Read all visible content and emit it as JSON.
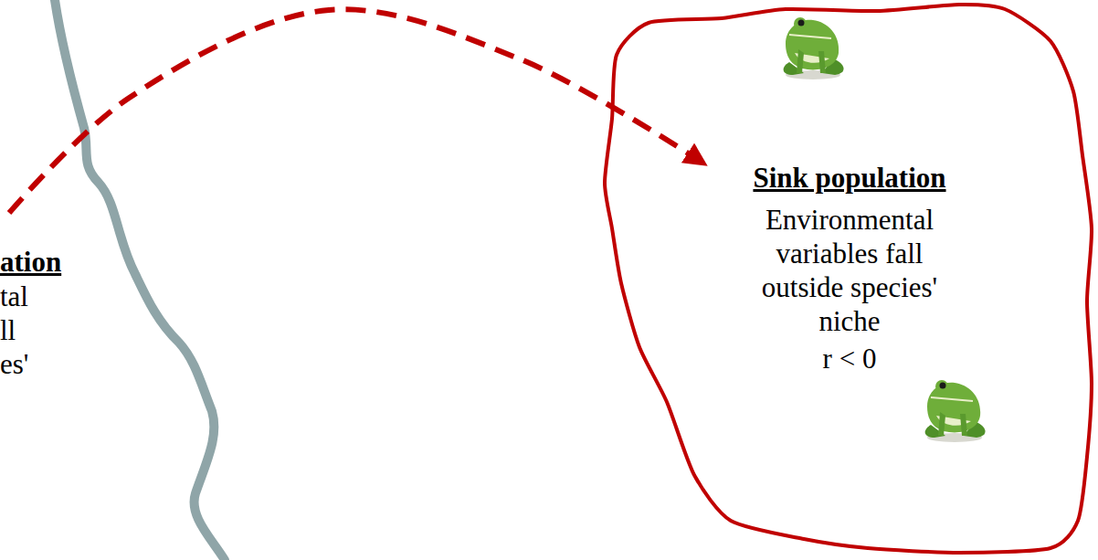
{
  "diagram": {
    "nodes": [
      {
        "text": [
          "ation",
          "tal ll es'"
        ]
      },
      {
        "text": [
          "Sink population",
          "Environmental variables fall outside species' niche",
          "r < 0"
        ]
      }
    ],
    "edges": [
      {
        "from": 0,
        "to": 1,
        "arrow": "to"
      }
    ]
  }
}
